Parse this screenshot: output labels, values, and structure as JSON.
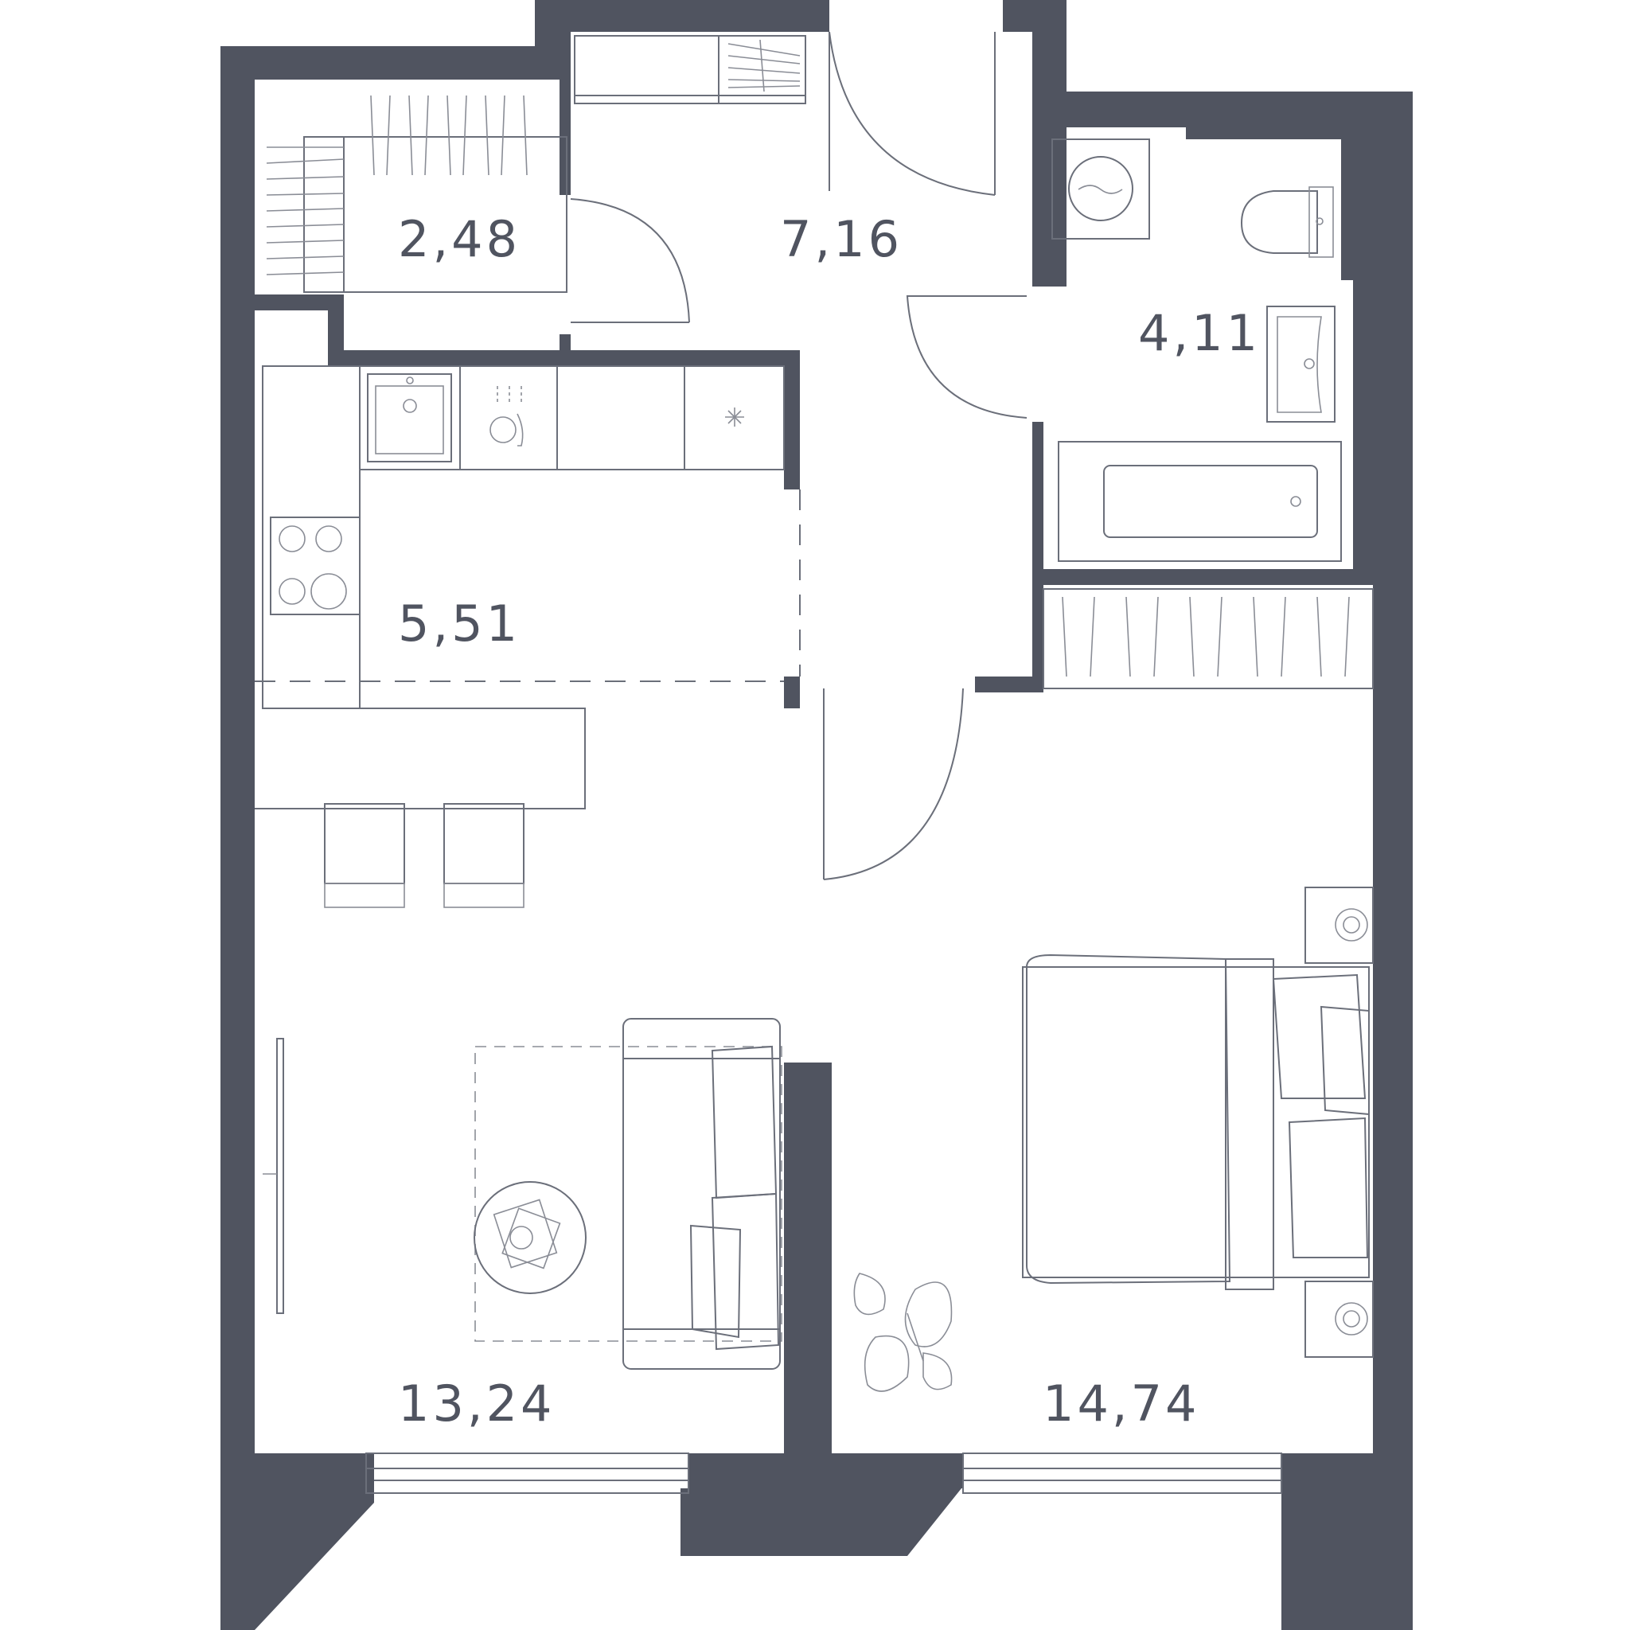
{
  "rooms": [
    {
      "id": "storage",
      "area": "2,48"
    },
    {
      "id": "hallway",
      "area": "7,16"
    },
    {
      "id": "bathroom",
      "area": "4,11"
    },
    {
      "id": "kitchen",
      "area": "5,51"
    },
    {
      "id": "living-room",
      "area": "13,24"
    },
    {
      "id": "bedroom",
      "area": "14,74"
    }
  ],
  "colors": {
    "wall": "#505460",
    "line": "#6b6f7a",
    "background": "#ffffff"
  }
}
